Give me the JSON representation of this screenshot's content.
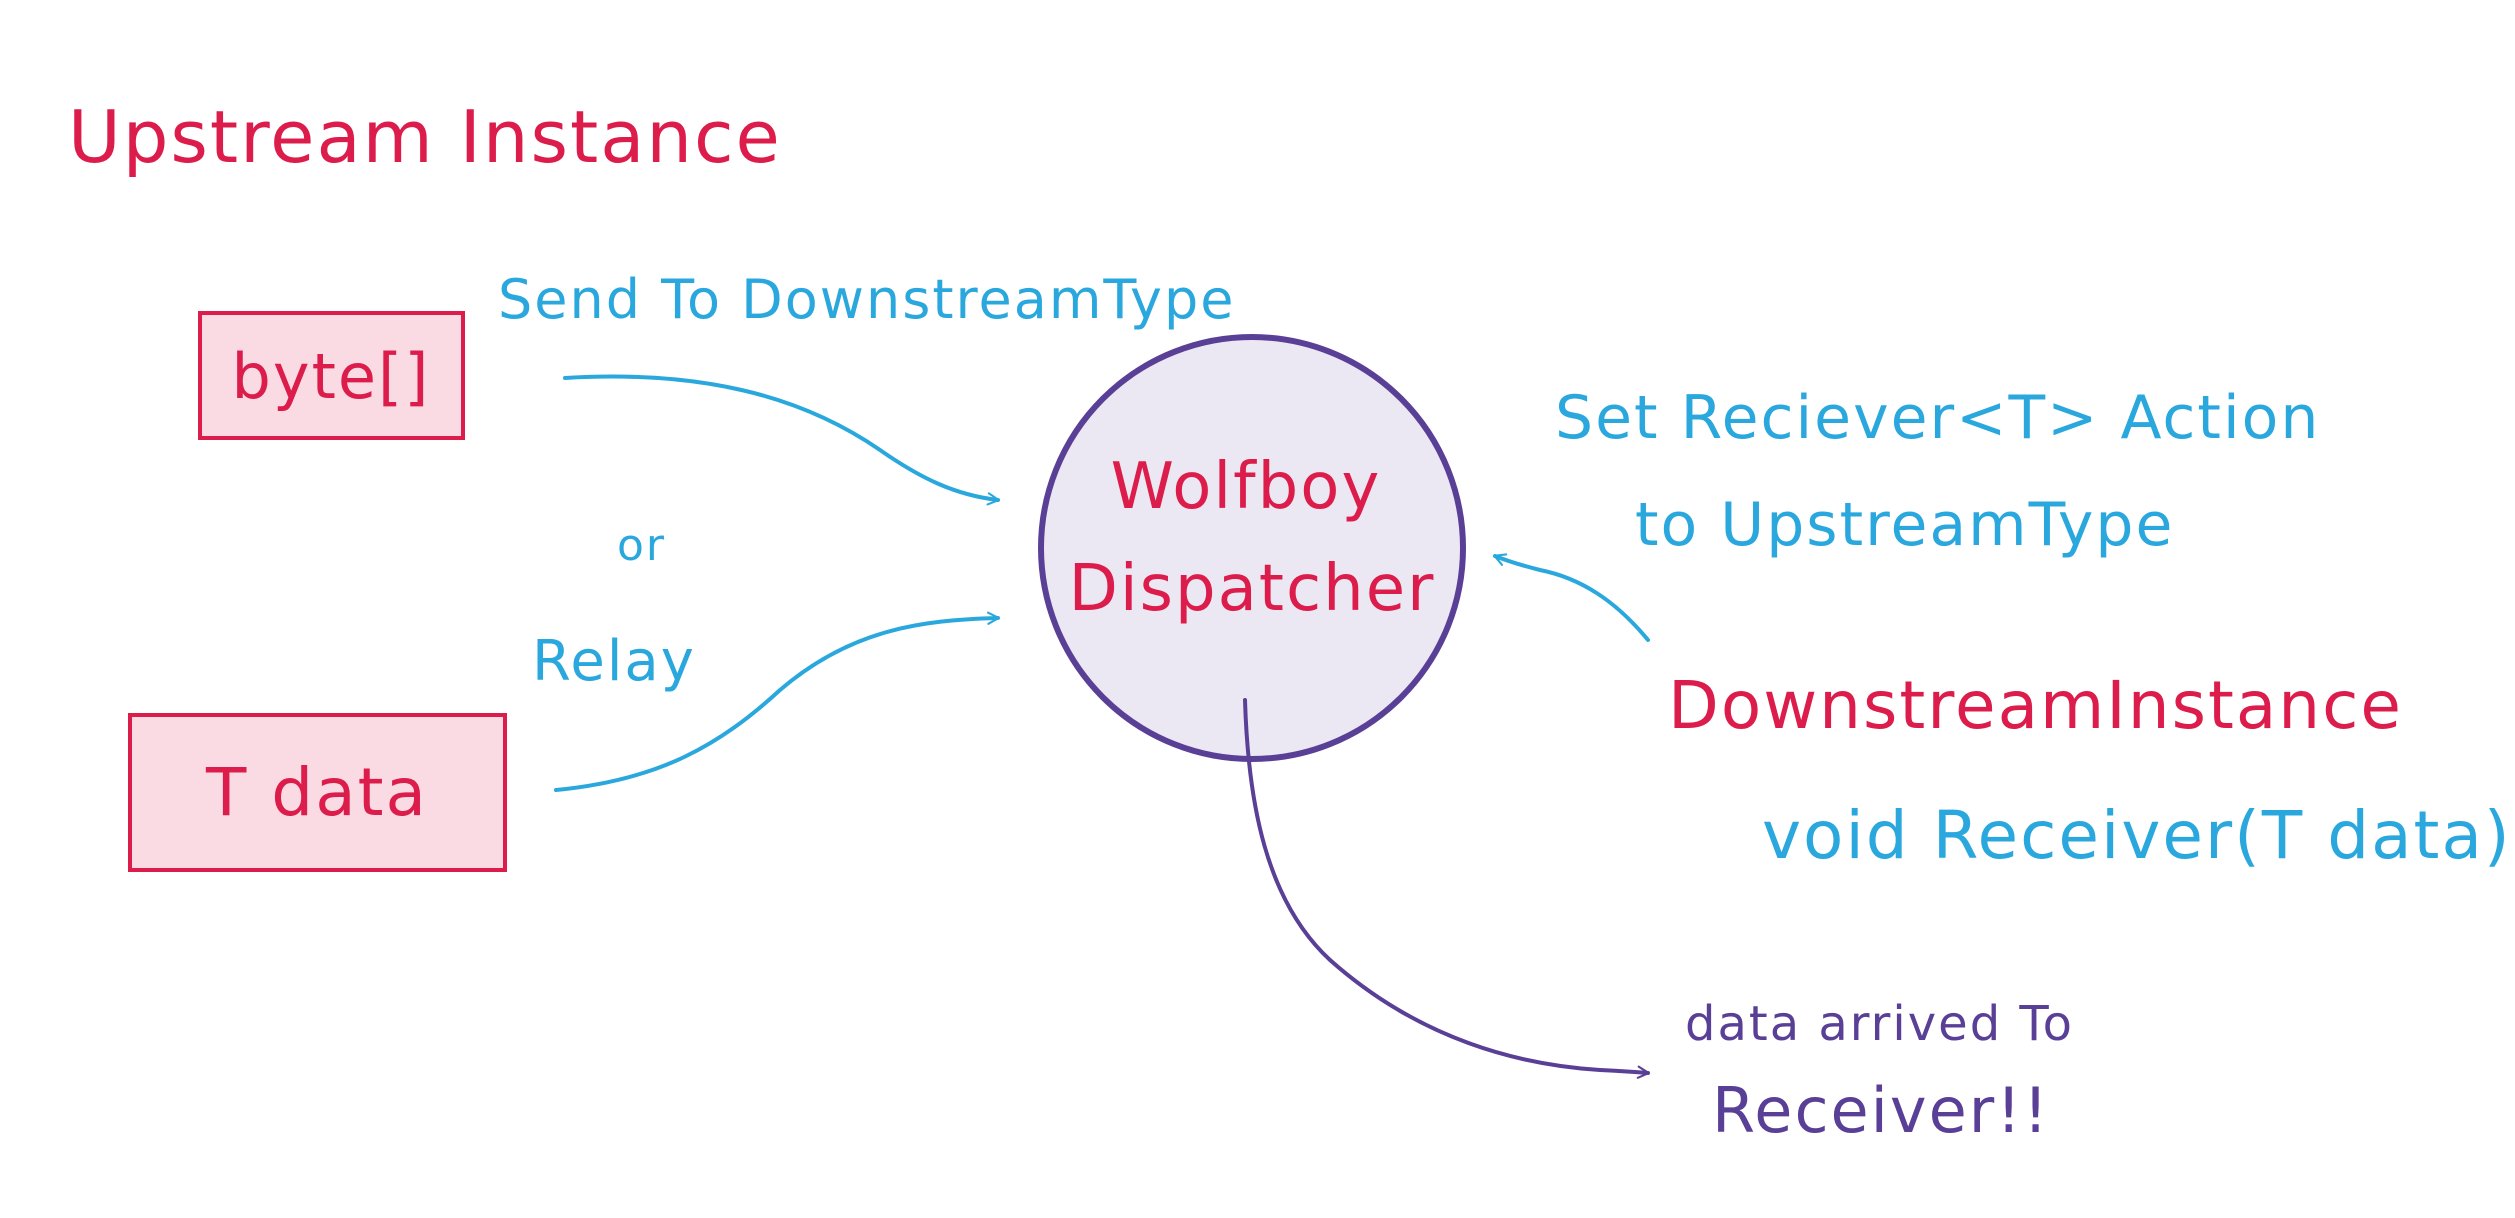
{
  "title": "Upstream Instance",
  "colors": {
    "red": "#dc1c4b",
    "red_fill": "#fbdbe3",
    "blue": "#2aa8de",
    "purple": "#5a3f96",
    "circle_fill": "#ebe8f3"
  },
  "boxes": {
    "bytes": "byte[]",
    "tdata": "T data"
  },
  "labels": {
    "send_to": "Send To DownstreamType",
    "or": "or",
    "relay": "Relay",
    "set_receiver_line1": "Set Reciever<T> Action",
    "set_receiver_line2": "to UpstreamType",
    "downstream_instance": "DownstreamInstance",
    "void_receiver": "void Receiver(T data)",
    "arrived_line1": "data arrived To",
    "arrived_line2": "Receiver!!"
  },
  "dispatcher": {
    "line1": "Wolfboy",
    "line2": "Dispatcher"
  }
}
